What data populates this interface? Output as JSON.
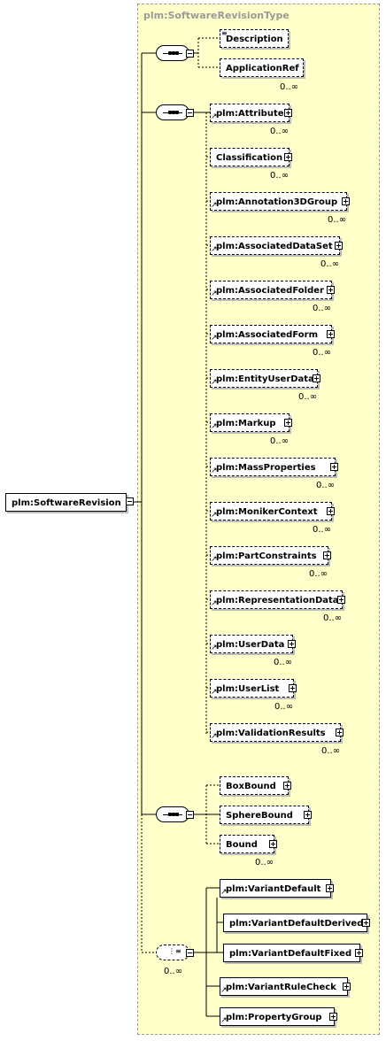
{
  "type_title": "plm:SoftwareRevisionType",
  "root_element": "plm:SoftwareRevision",
  "groups": {
    "sequence1": [
      "Description",
      "ApplicationRef"
    ],
    "sequence2": [
      "plm:Attribute",
      "Classification",
      "plm:Annotation3DGroup",
      "plm:AssociatedDataSet",
      "plm:AssociatedFolder",
      "plm:AssociatedForm",
      "plm:EntityUserData",
      "plm:Markup",
      "plm:MassProperties",
      "plm:MonikerContext",
      "plm:PartConstraints",
      "plm:RepresentationData",
      "plm:UserData",
      "plm:UserList",
      "plm:ValidationResults"
    ],
    "sequence3": [
      "BoxBound",
      "SphereBound",
      "Bound"
    ],
    "choice": [
      "plm:VariantDefault",
      "plm:VariantDefaultDerived",
      "plm:VariantDefaultFixed",
      "plm:VariantRuleCheck",
      "plm:PropertyGroup"
    ]
  },
  "cardinality": "0..∞"
}
